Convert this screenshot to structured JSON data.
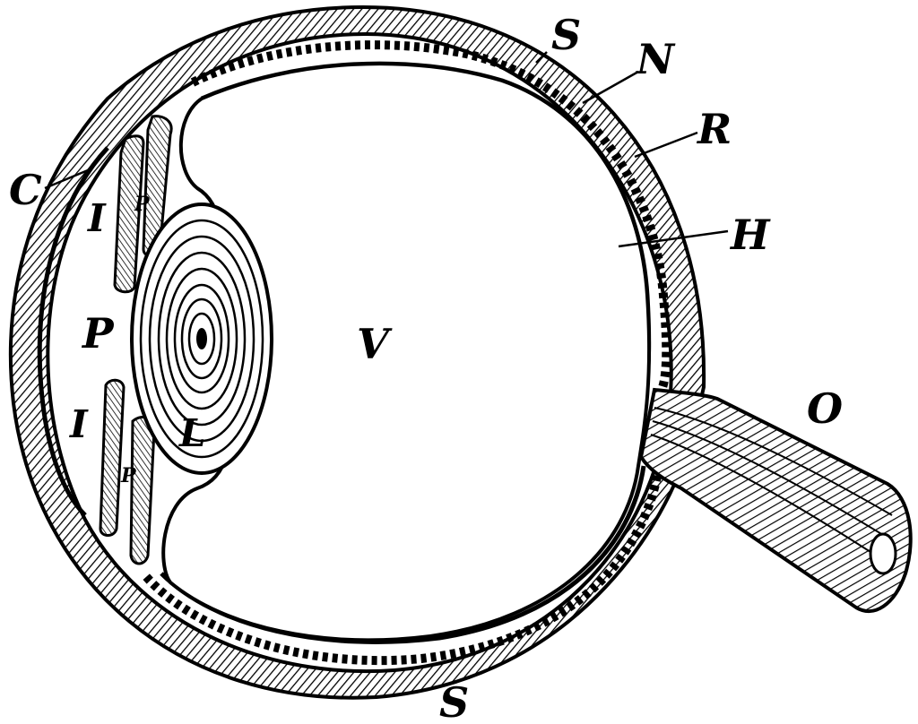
{
  "colors": {
    "ink": "#000000",
    "paper": "#ffffff"
  },
  "labels": {
    "sclera_top": "S",
    "sclera_bottom": "S",
    "choroid": "N",
    "retina": "R",
    "hyaloid": "H",
    "optic_nerve": "O",
    "cornea": "C",
    "iris_top": "I",
    "iris_bottom": "I",
    "process_top": "P",
    "process_bottom": "P",
    "pupil": "P",
    "vitreous": "V",
    "lens": "L"
  }
}
